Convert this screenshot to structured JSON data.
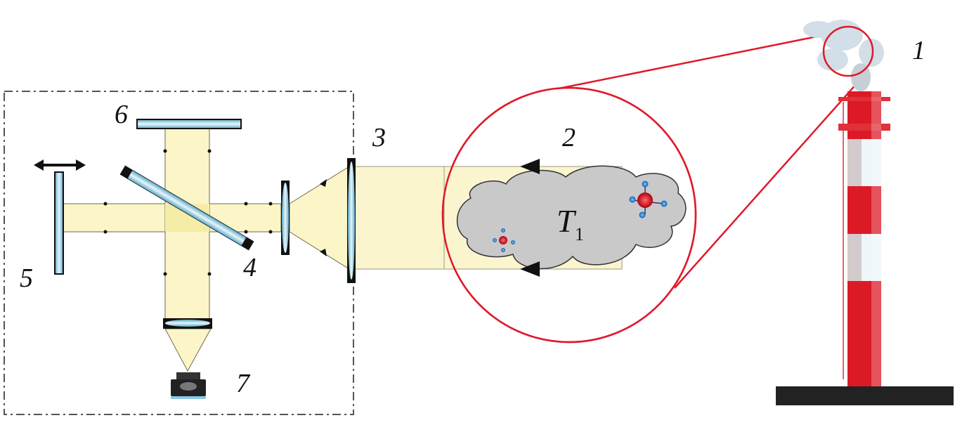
{
  "labels": {
    "chimney": "1",
    "gas_cloud": "2",
    "telescope_lens": "3",
    "beam_splitter": "4",
    "moving_mirror": "5",
    "fixed_mirror": "6",
    "detector": "7",
    "temperature_symbol": "T",
    "temperature_subscript": "1"
  },
  "colors": {
    "beam": "#fbf5c8",
    "optics": "#9fd0e0",
    "zoom_circle": "#e0192a",
    "chimney_red": "#dc1a26",
    "cloud": "#c9c9c9",
    "base": "#222222"
  }
}
